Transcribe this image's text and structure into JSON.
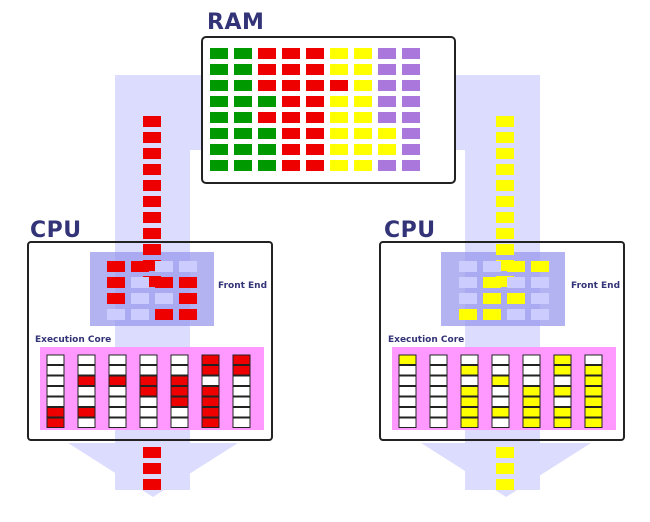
{
  "diagram": {
    "ram_title": "RAM",
    "left_cpu": {
      "title": "CPU",
      "front_end_label": "Front End",
      "execution_label": "Execution Core",
      "stream_color": "red"
    },
    "right_cpu": {
      "title": "CPU",
      "front_end_label": "Front End",
      "execution_label": "Execution Core",
      "stream_color": "yellow"
    }
  },
  "colors": {
    "green": "#009900",
    "red": "#ee0000",
    "yellow": "#ffff00",
    "purple": "#aa77dd",
    "empty": "#ffffff",
    "front_empty": "#ccccff",
    "arrow": "#dcdcff",
    "front_end_bg": "#9999ee",
    "exec_bg": "#ff99ff",
    "text": "#333377"
  },
  "ram_grid": [
    [
      "green",
      "green",
      "red",
      "red",
      "red",
      "yellow",
      "yellow",
      "purple",
      "purple"
    ],
    [
      "green",
      "green",
      "red",
      "red",
      "red",
      "yellow",
      "yellow",
      "purple",
      "purple"
    ],
    [
      "green",
      "green",
      "red",
      "red",
      "red",
      "red",
      "yellow",
      "purple",
      "purple"
    ],
    [
      "green",
      "green",
      "green",
      "red",
      "red",
      "yellow",
      "yellow",
      "purple",
      "purple"
    ],
    [
      "green",
      "green",
      "red",
      "red",
      "red",
      "yellow",
      "yellow",
      "purple",
      "purple"
    ],
    [
      "green",
      "green",
      "green",
      "red",
      "red",
      "yellow",
      "yellow",
      "yellow",
      "purple"
    ],
    [
      "green",
      "green",
      "green",
      "red",
      "red",
      "yellow",
      "yellow",
      "yellow",
      "purple"
    ],
    [
      "green",
      "green",
      "green",
      "red",
      "red",
      "yellow",
      "yellow",
      "purple",
      "purple"
    ]
  ],
  "left_front_end": [
    [
      "red",
      "red",
      "empty",
      "empty"
    ],
    [
      "red",
      "empty",
      "red",
      "red"
    ],
    [
      "red",
      "empty",
      "empty",
      "red"
    ],
    [
      "empty",
      "empty",
      "red",
      "red"
    ]
  ],
  "right_front_end": [
    [
      "empty",
      "empty",
      "yellow",
      "yellow"
    ],
    [
      "empty",
      "yellow",
      "empty",
      "empty"
    ],
    [
      "empty",
      "yellow",
      "yellow",
      "empty"
    ],
    [
      "yellow",
      "yellow",
      "empty",
      "empty"
    ]
  ],
  "left_exec": [
    [
      "empty",
      "empty",
      "empty",
      "empty",
      "empty",
      "red",
      "red"
    ],
    [
      "empty",
      "empty",
      "empty",
      "empty",
      "empty",
      "red",
      "red"
    ],
    [
      "empty",
      "red",
      "red",
      "red",
      "red",
      "empty",
      "empty"
    ],
    [
      "empty",
      "empty",
      "empty",
      "red",
      "red",
      "red",
      "empty"
    ],
    [
      "empty",
      "empty",
      "empty",
      "empty",
      "red",
      "red",
      "empty"
    ],
    [
      "red",
      "red",
      "empty",
      "empty",
      "empty",
      "red",
      "empty"
    ],
    [
      "red",
      "empty",
      "empty",
      "empty",
      "empty",
      "red",
      "empty"
    ]
  ],
  "right_exec": [
    [
      "yellow",
      "empty",
      "empty",
      "empty",
      "empty",
      "yellow",
      "empty"
    ],
    [
      "empty",
      "empty",
      "yellow",
      "empty",
      "empty",
      "yellow",
      "yellow"
    ],
    [
      "empty",
      "empty",
      "empty",
      "yellow",
      "empty",
      "empty",
      "yellow"
    ],
    [
      "empty",
      "empty",
      "yellow",
      "empty",
      "yellow",
      "yellow",
      "yellow"
    ],
    [
      "empty",
      "empty",
      "yellow",
      "empty",
      "yellow",
      "empty",
      "yellow"
    ],
    [
      "empty",
      "empty",
      "yellow",
      "yellow",
      "yellow",
      "yellow",
      "yellow"
    ],
    [
      "empty",
      "empty",
      "yellow",
      "empty",
      "yellow",
      "yellow",
      "yellow"
    ]
  ],
  "left_stream_top_count": 11,
  "right_stream_top_count": 11,
  "left_stream_bottom_count": 3,
  "right_stream_bottom_count": 3
}
